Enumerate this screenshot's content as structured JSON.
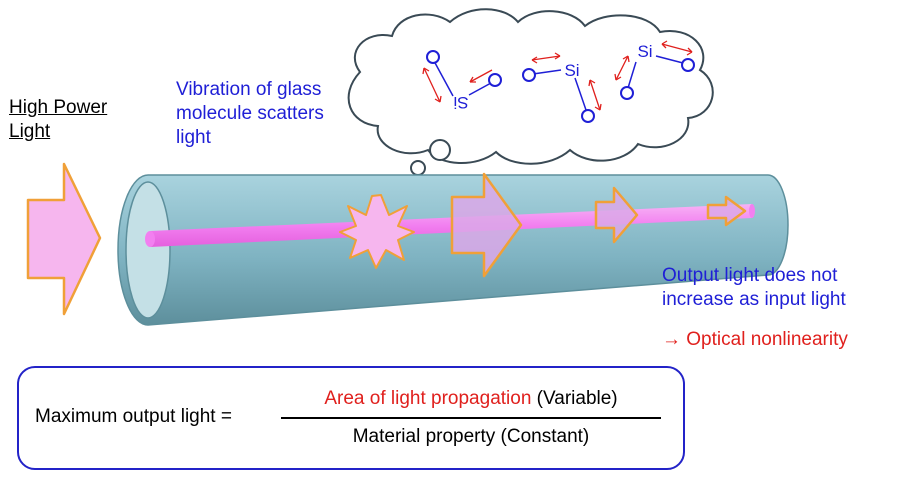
{
  "labels": {
    "high_power_line1": "High Power",
    "high_power_line2": "Light",
    "vibration_line1": "Vibration of glass",
    "vibration_line2": "molecule scatters",
    "vibration_line3": "light",
    "output_line1": "Output light does not",
    "output_line2": "increase as input light",
    "nonlinearity": "→ Optical nonlinearity",
    "si": "Si"
  },
  "formula": {
    "lhs": "Maximum output light =",
    "numerator_red": "Area of light propagation",
    "numerator_black": " (Variable)",
    "denominator": "Material property (Constant)"
  },
  "colors": {
    "fiber_body": "#7fb3c2",
    "fiber_end": "#c4e0e6",
    "core_pink": "#f27ff0",
    "arrow_fill": "#f6b6ee",
    "arrow_stroke": "#f0a038",
    "text_blue": "#1f1fd6",
    "text_red": "#e0201d",
    "box_border": "#2323c8",
    "vibration_arrow": "#e0201d"
  }
}
